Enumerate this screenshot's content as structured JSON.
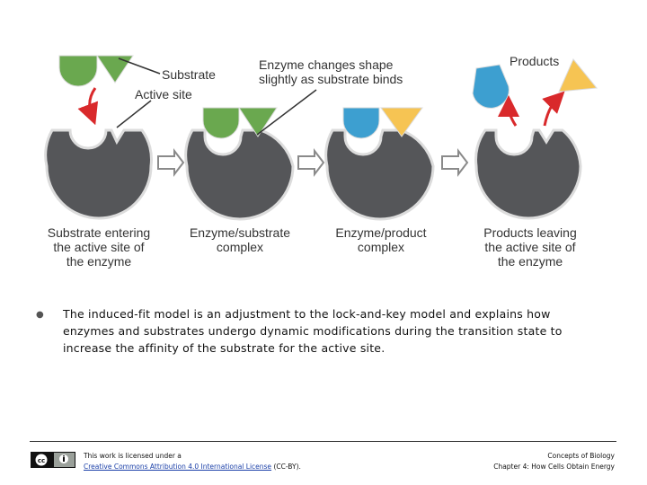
{
  "diagram": {
    "labels": {
      "substrate": "Substrate",
      "active_site": "Active site",
      "shape_change_line1": "Enzyme changes shape",
      "shape_change_line2": "slightly as substrate binds",
      "products": "Products"
    },
    "stages": [
      {
        "lines": [
          "Substrate entering",
          "the active site of",
          "the enzyme"
        ]
      },
      {
        "lines": [
          "Enzyme/substrate",
          "complex"
        ]
      },
      {
        "lines": [
          "Enzyme/product",
          "complex"
        ]
      },
      {
        "lines": [
          "Products leaving",
          "the active site of",
          "the enzyme"
        ]
      }
    ],
    "colors": {
      "enzyme": "#555659",
      "enzyme_outline": "#dcdcdc",
      "substrate_green": "#6aa84f",
      "product_blue": "#3d9fd0",
      "product_yellow": "#f6c453",
      "arrow_red": "#d9292b",
      "process_arrow": "#8a8a8a"
    }
  },
  "bullet": {
    "text": "The induced-fit model is an adjustment to the lock-and-key model and explains how enzymes and substrates undergo dynamic modifications during the transition state to increase the affinity of the substrate for the active site."
  },
  "footer": {
    "license_prefix": "This work is licensed under a",
    "license_link": "Creative Commons Attribution 4.0 International License",
    "license_suffix": " (CC-BY).",
    "book": "Concepts of Biology",
    "chapter": "Chapter 4: How Cells Obtain Energy",
    "cc_icon": "cc-by-badge-icon"
  }
}
